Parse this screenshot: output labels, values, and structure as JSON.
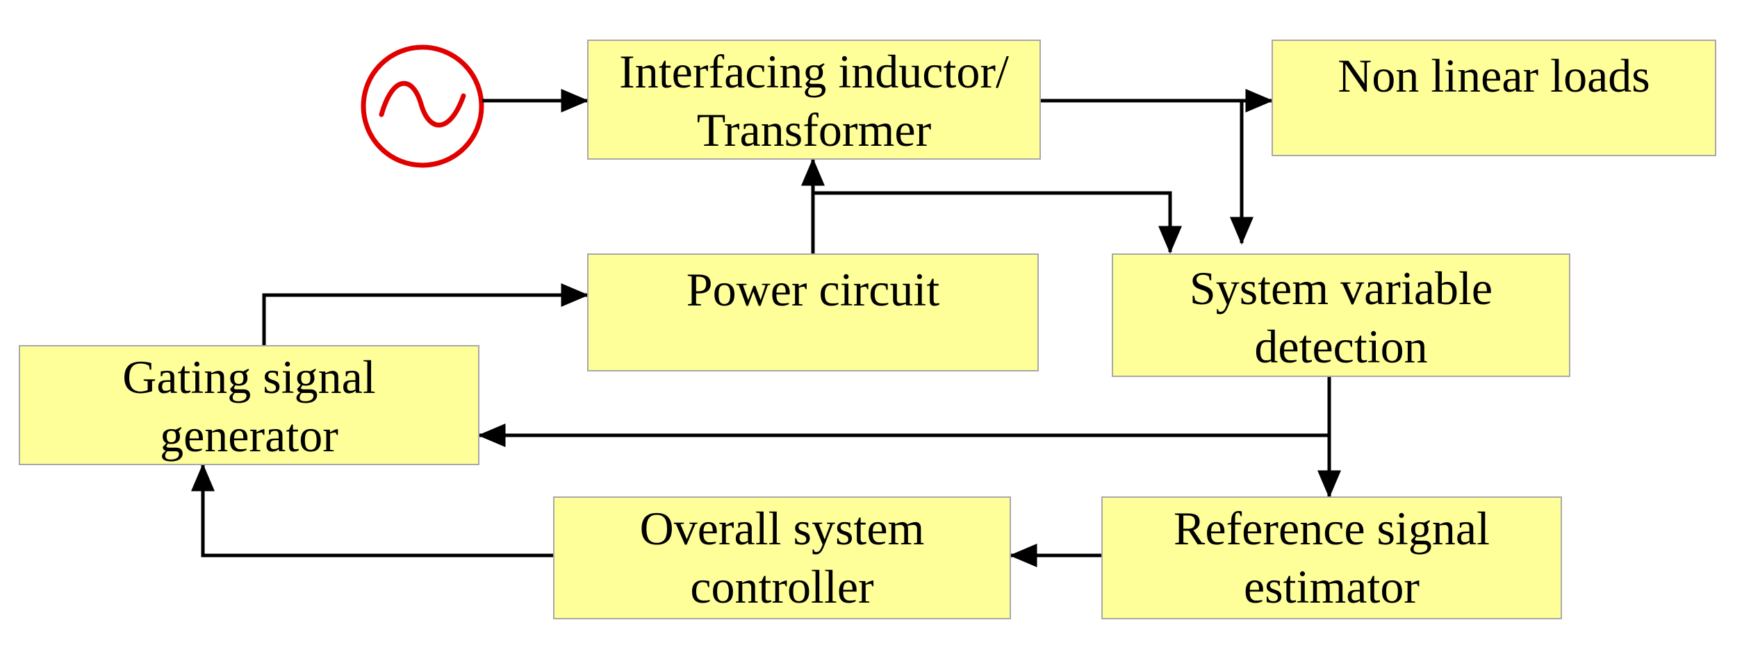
{
  "blocks": {
    "interfacing": {
      "line1": "Interfacing inductor/",
      "line2": "Transformer"
    },
    "nonlinear": {
      "line1": "Non linear loads"
    },
    "power": {
      "line1": "Power circuit"
    },
    "detection": {
      "line1": "System variable",
      "line2": "detection"
    },
    "gating": {
      "line1": "Gating signal",
      "line2": "generator"
    },
    "controller": {
      "line1": "Overall system",
      "line2": "controller"
    },
    "estimator": {
      "line1": "Reference signal",
      "line2": "estimator"
    }
  },
  "colors": {
    "block_fill": "#ffff99",
    "block_border": "#a8a8a8",
    "source_symbol": "#e00000",
    "connector": "#000000"
  },
  "icons": {
    "source": "ac-source-icon"
  }
}
